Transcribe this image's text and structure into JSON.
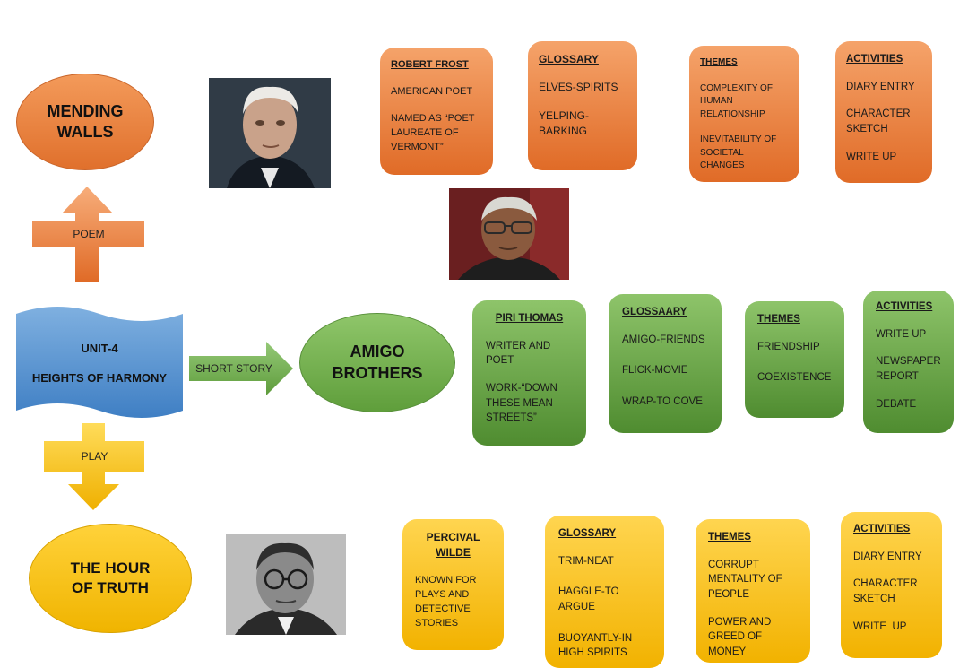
{
  "unit": {
    "line1": "UNIT-4",
    "line2": "HEIGHTS OF HARMONY"
  },
  "arrows": {
    "poem": "POEM",
    "short_story": "SHORT STORY",
    "play": "PLAY"
  },
  "poem": {
    "title_line1": "MENDING",
    "title_line2": "WALLS",
    "author": {
      "title": "ROBERT FROST",
      "items": [
        "AMERICAN POET",
        "NAMED AS “POET LAUREATE OF VERMONT”"
      ]
    },
    "glossary": {
      "title": "GLOSSARY",
      "items": [
        "ELVES-SPIRITS",
        "YELPING-BARKING"
      ]
    },
    "themes": {
      "title": "THEMES",
      "items": [
        "COMPLEXITY OF HUMAN RELATIONSHIP",
        "INEVITABILITY OF SOCIETAL CHANGES"
      ]
    },
    "activities": {
      "title": "ACTIVITIES",
      "items": [
        "DIARY ENTRY",
        "CHARACTER SKETCH",
        "WRITE UP"
      ]
    }
  },
  "story": {
    "title_line1": "AMIGO",
    "title_line2": "BROTHERS",
    "author": {
      "title": "PIRI THOMAS",
      "items": [
        "WRITER AND POET",
        "WORK-“DOWN THESE MEAN STREETS”"
      ]
    },
    "glossary": {
      "title": "GLOSSAARY",
      "items": [
        "AMIGO-FRIENDS",
        "FLICK-MOVIE",
        "WRAP-TO COVE"
      ]
    },
    "themes": {
      "title": "THEMES",
      "items": [
        "FRIENDSHIP",
        "COEXISTENCE"
      ]
    },
    "activities": {
      "title": "ACTIVITIES",
      "items": [
        "WRITE UP",
        "NEWSPAPER REPORT",
        "DEBATE"
      ]
    }
  },
  "play": {
    "title_line1": "THE HOUR",
    "title_line2": "OF TRUTH",
    "author": {
      "title": "PERCIVAL WILDE",
      "items": [
        "KNOWN FOR PLAYS AND DETECTIVE STORIES"
      ]
    },
    "glossary": {
      "title": "GLOSSARY",
      "items": [
        "TRIM-NEAT",
        "HAGGLE-TO ARGUE",
        "BUOYANTLY-IN HIGH SPIRITS"
      ]
    },
    "themes": {
      "title": "THEMES",
      "items": [
        "CORRUPT MENTALITY OF PEOPLE",
        "POWER AND GREED OF MONEY"
      ]
    },
    "activities": {
      "title": "ACTIVITIES",
      "items": [
        "DIARY ENTRY",
        "CHARACTER SKETCH",
        "WRITE  UP"
      ]
    }
  },
  "colors": {
    "orange": "#e8813e",
    "green": "#6aa84f",
    "yellow": "#fbc117",
    "blue": "#5b9bd5"
  }
}
